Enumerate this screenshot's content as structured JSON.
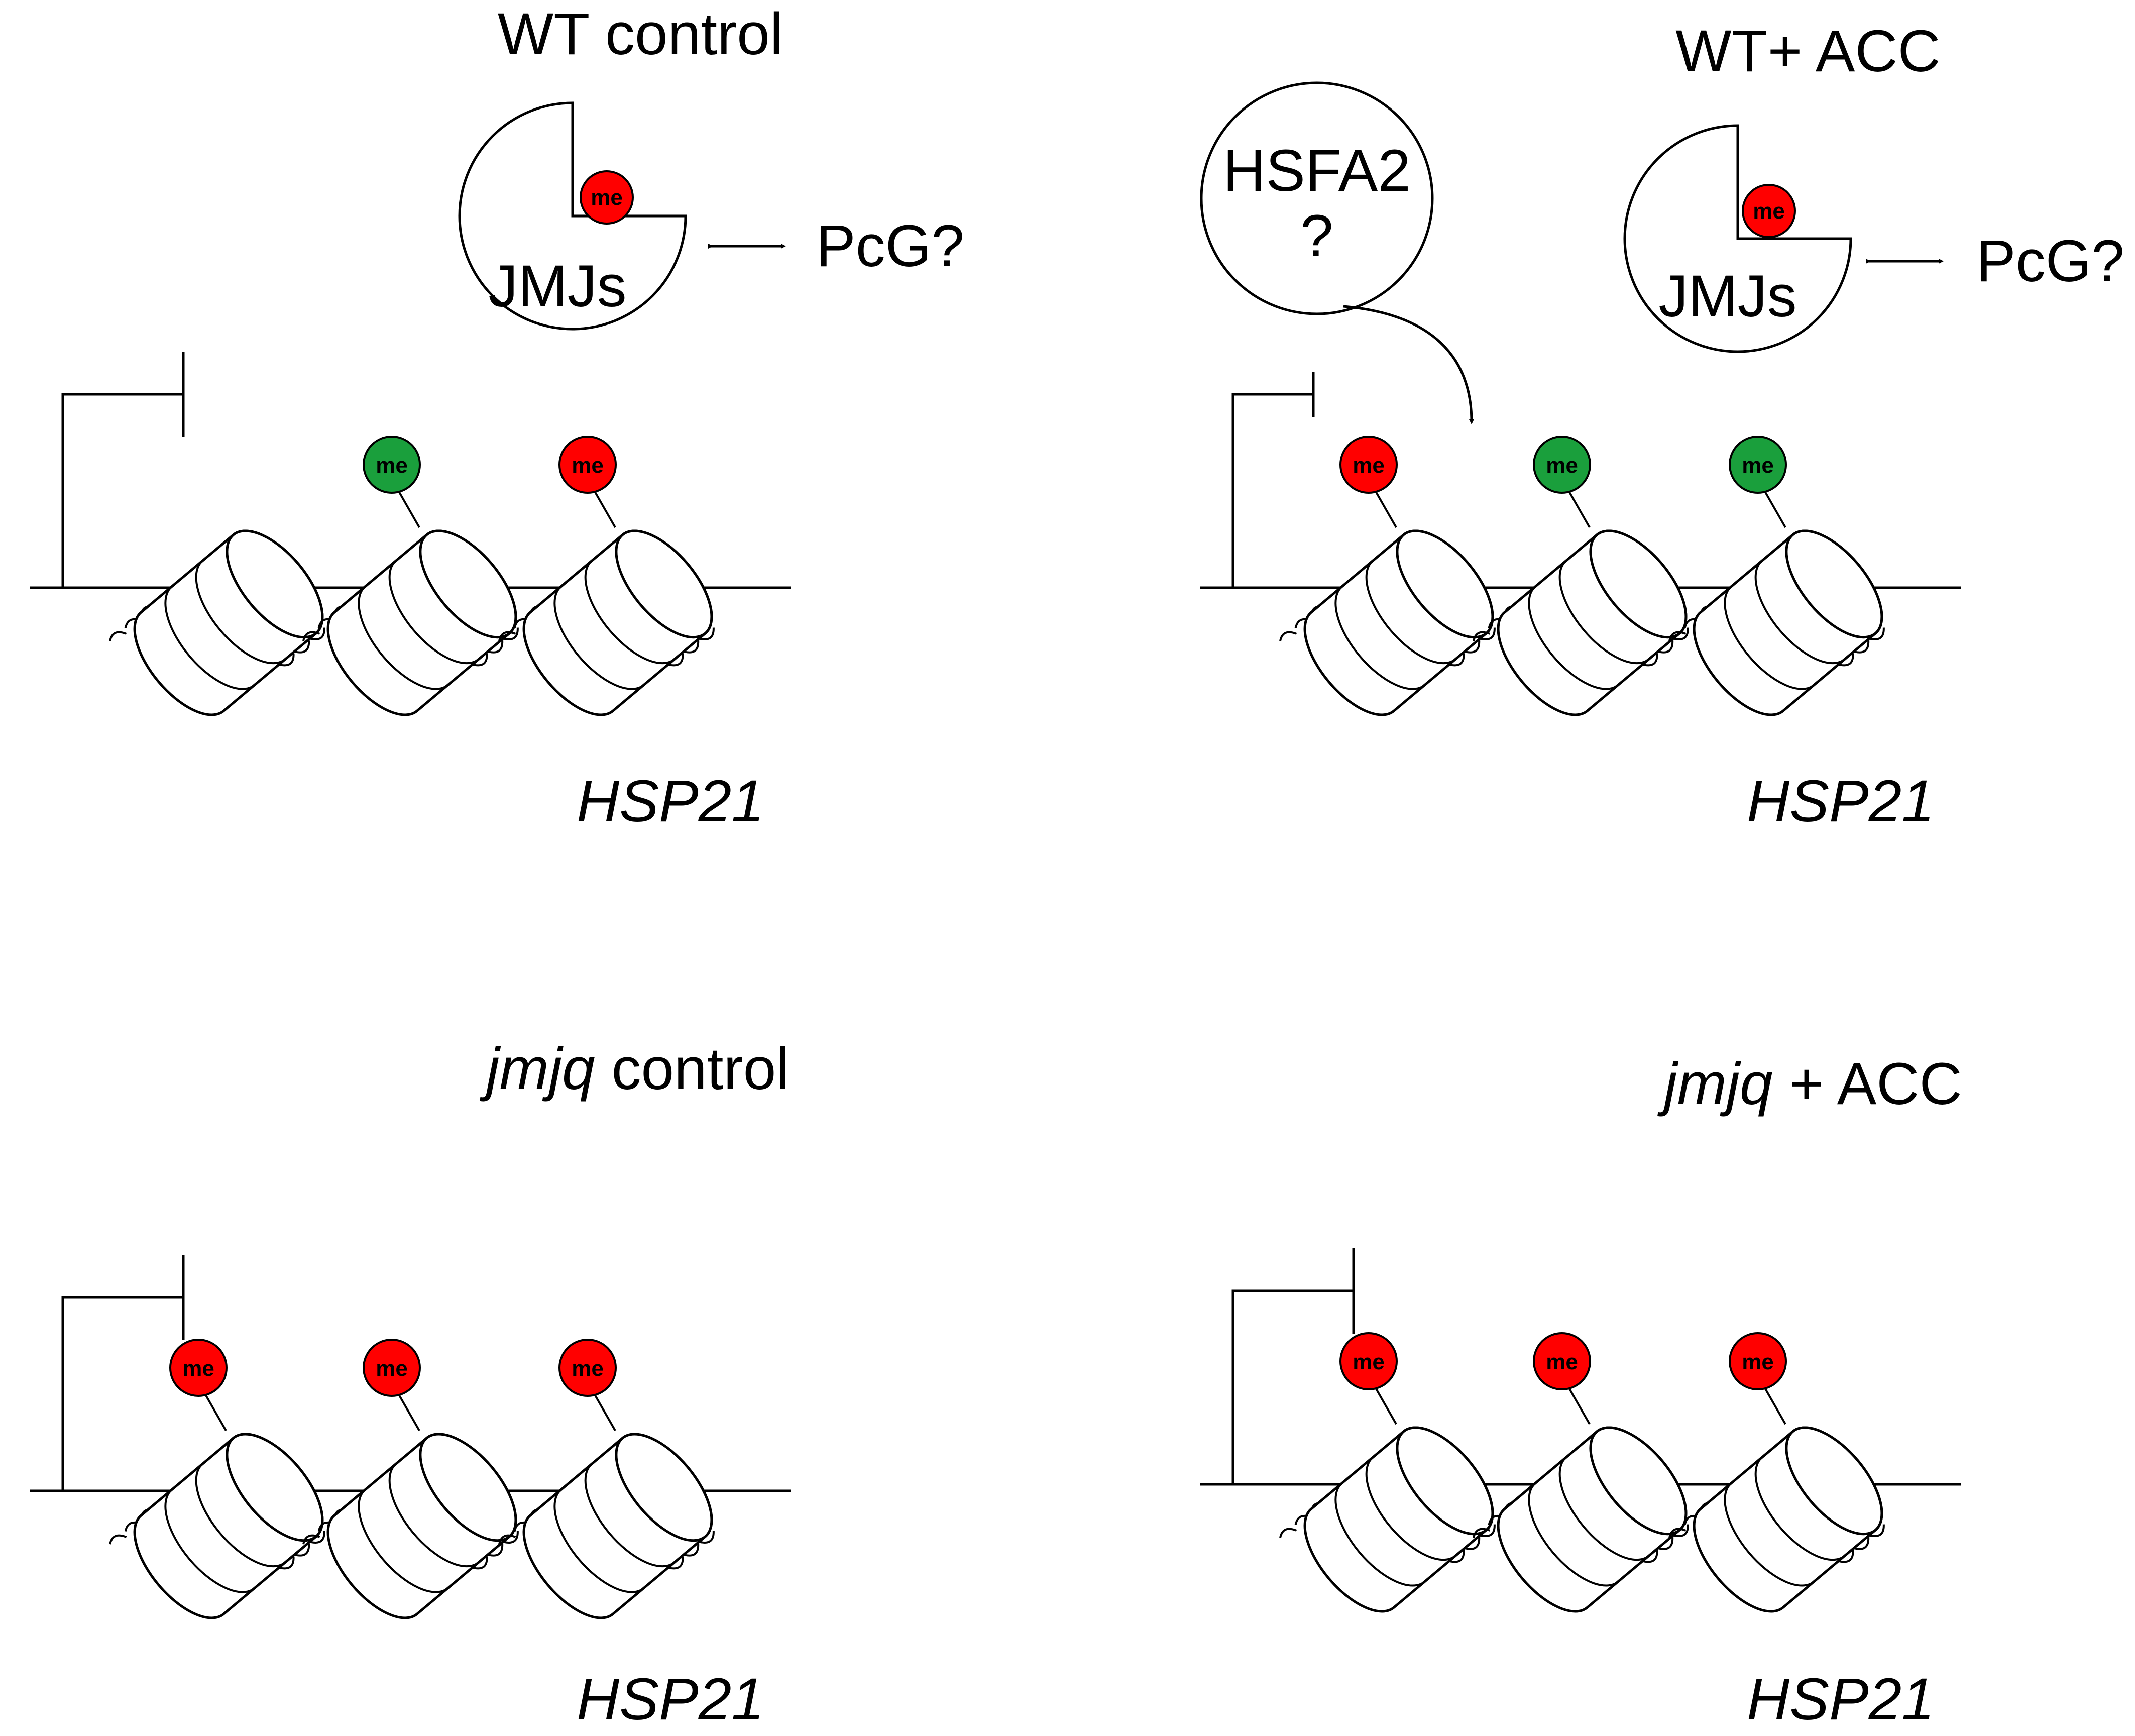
{
  "panels": [
    {
      "id": "wt-control",
      "title_italic": "",
      "title_rest": "WT control",
      "gene": "HSP21",
      "marks": [
        "green",
        "red"
      ],
      "jmj": {
        "label": "JMJs",
        "me": "me",
        "partner": "PcG?"
      },
      "hsfa2": null
    },
    {
      "id": "wt-acc",
      "title_italic": "",
      "title_rest": "WT+ ACC",
      "gene": "HSP21",
      "marks": [
        "red",
        "green",
        "green"
      ],
      "jmj": {
        "label": "JMJs",
        "me": "me",
        "partner": "PcG?"
      },
      "hsfa2": {
        "label": "HSFA2",
        "question": "?"
      }
    },
    {
      "id": "jmjq-control",
      "title_italic": "jmjq",
      "title_rest": " control",
      "gene": "HSP21",
      "marks": [
        "red",
        "red",
        "red"
      ],
      "jmj": null,
      "hsfa2": null
    },
    {
      "id": "jmjq-acc",
      "title_italic": "jmjq",
      "title_rest": " + ACC",
      "gene": "HSP21",
      "marks": [
        "red",
        "red",
        "red"
      ],
      "jmj": null,
      "hsfa2": null
    }
  ],
  "mark_label": "me",
  "colors": {
    "red": "#ff0000",
    "green": "#1a9f3c",
    "line": "#000000",
    "fill": "#ffffff"
  }
}
